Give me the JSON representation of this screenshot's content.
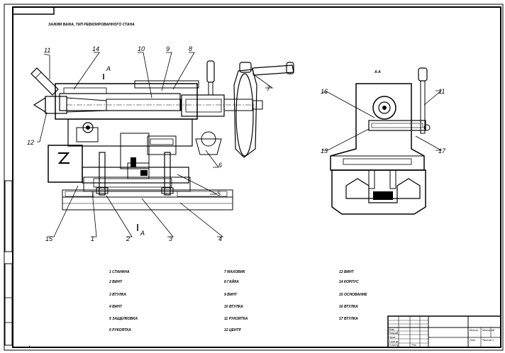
{
  "drawing": {
    "heading": "ЗАЖИМ ВАЖА, ТИП РЕВИЗИРОВАННОГО СТАНА",
    "section_label": "А-А",
    "view_marker": "А",
    "callouts": {
      "c1": "1",
      "c2": "2",
      "c3": "3",
      "c4": "4",
      "c5": "5",
      "c6": "6",
      "c7": "7",
      "c8": "8",
      "c9": "9",
      "c10": "10",
      "c11": "11",
      "c12": "12",
      "c13": "13",
      "c14": "14",
      "c15": "15",
      "c16": "16",
      "c17": "17"
    }
  },
  "parts_list": {
    "col1": [
      "1 СТАНИНА",
      "2 ВИНТ",
      "3 ВТУЛКА",
      "4 ВИНТ",
      "5 ЗАЩЕЛКОВКА",
      "6 РУКОЯТКА"
    ],
    "col2": [
      "7 МАХОВИК",
      "8 ГАЙКА",
      "9 ВИНТ",
      "10 ВТУЛКА",
      "11 РУКОЯТКА",
      "12 ЦЕНТР"
    ],
    "col3": [
      "13 ВИНТ",
      "14 КОРПУС",
      "15 ОСНОВАНИЕ",
      "16 ВТУЛКА",
      "17 ВТУЛКА"
    ]
  },
  "title_block": {
    "rows": [
      "Изм.",
      "Разраб.",
      "Пров.",
      "Т.контр.",
      "Н.контр.",
      "Утв."
    ],
    "sheet": "Лист",
    "sheets": "Листов 1",
    "mass": "Масса",
    "scale": "Масштаб"
  }
}
